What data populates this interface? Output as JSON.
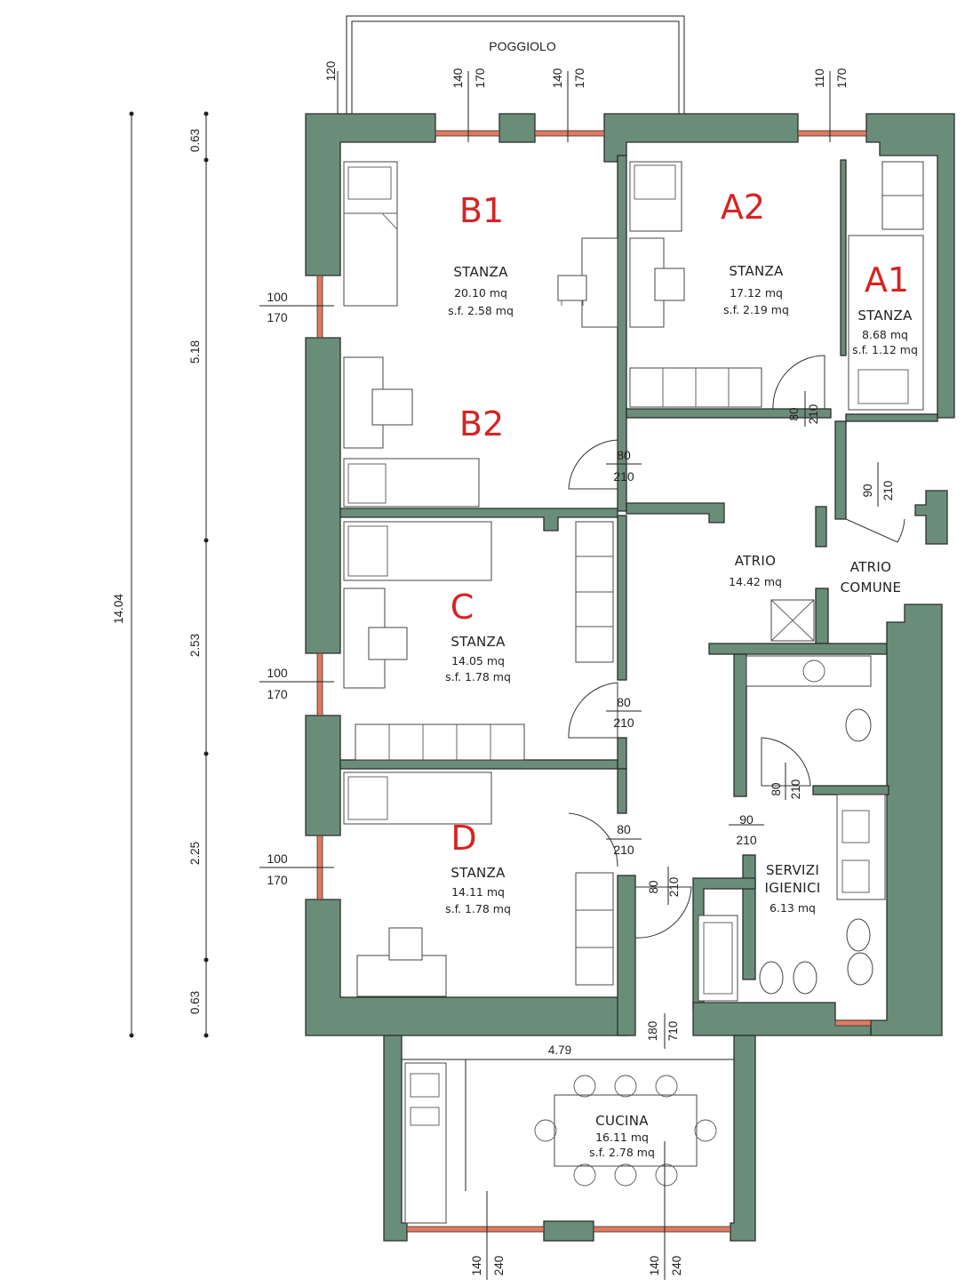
{
  "balcony": {
    "label": "POGGIOLO",
    "depth": "120"
  },
  "rooms": {
    "b1": {
      "tag": "B1",
      "name": "STANZA",
      "area": "20.10 mq",
      "sf": "s.f. 2.58 mq"
    },
    "b2": {
      "tag": "B2"
    },
    "a2": {
      "tag": "A2",
      "name": "STANZA",
      "area": "17.12 mq",
      "sf": "s.f. 2.19 mq"
    },
    "a1": {
      "tag": "A1",
      "name": "STANZA",
      "area": "8.68 mq",
      "sf": "s.f. 1.12 mq"
    },
    "c": {
      "tag": "C",
      "name": "STANZA",
      "area": "14.05 mq",
      "sf": "s.f. 1.78 mq"
    },
    "d": {
      "tag": "D",
      "name": "STANZA",
      "area": "14.11 mq",
      "sf": "s.f. 1.78 mq"
    },
    "atrio": {
      "name": "ATRIO",
      "area": "14.42 mq"
    },
    "atrio_comune": {
      "line1": "ATRIO",
      "line2": "COMUNE"
    },
    "servizi": {
      "line1": "SERVIZI",
      "line2": "IGIENICI",
      "area": "6.13 mq"
    },
    "cucina": {
      "name": "CUCINA",
      "area": "16.11 mq",
      "sf": "s.f. 2.78 mq"
    }
  },
  "windows": {
    "top_1": {
      "w": "140",
      "h": "170"
    },
    "top_2": {
      "w": "140",
      "h": "170"
    },
    "top_3": {
      "w": "110",
      "h": "170"
    },
    "left_1": {
      "w": "100",
      "h": "170"
    },
    "left_2": {
      "w": "100",
      "h": "170"
    },
    "left_3": {
      "w": "100",
      "h": "170"
    },
    "bottom_1": {
      "w": "140",
      "h": "240"
    },
    "bottom_2": {
      "w": "140",
      "h": "240"
    }
  },
  "doors": {
    "b2": {
      "w": "80",
      "h": "210"
    },
    "a2": {
      "w": "80",
      "h": "210"
    },
    "entry": {
      "w": "90",
      "h": "210"
    },
    "c": {
      "w": "80",
      "h": "210"
    },
    "wc": {
      "w": "80",
      "h": "210"
    },
    "d": {
      "w": "80",
      "h": "210"
    },
    "bath": {
      "w": "90",
      "h": "210"
    },
    "corridor": {
      "w": "80",
      "h": "210"
    },
    "kitchen": {
      "w": "180",
      "h": "710"
    }
  },
  "dimensions": {
    "total": "14.04",
    "seg_1": "0.63",
    "seg_2": "5.18",
    "seg_3": "2.53",
    "seg_4": "2.25",
    "seg_5": "0.63",
    "kitchen_width": "4.79"
  }
}
